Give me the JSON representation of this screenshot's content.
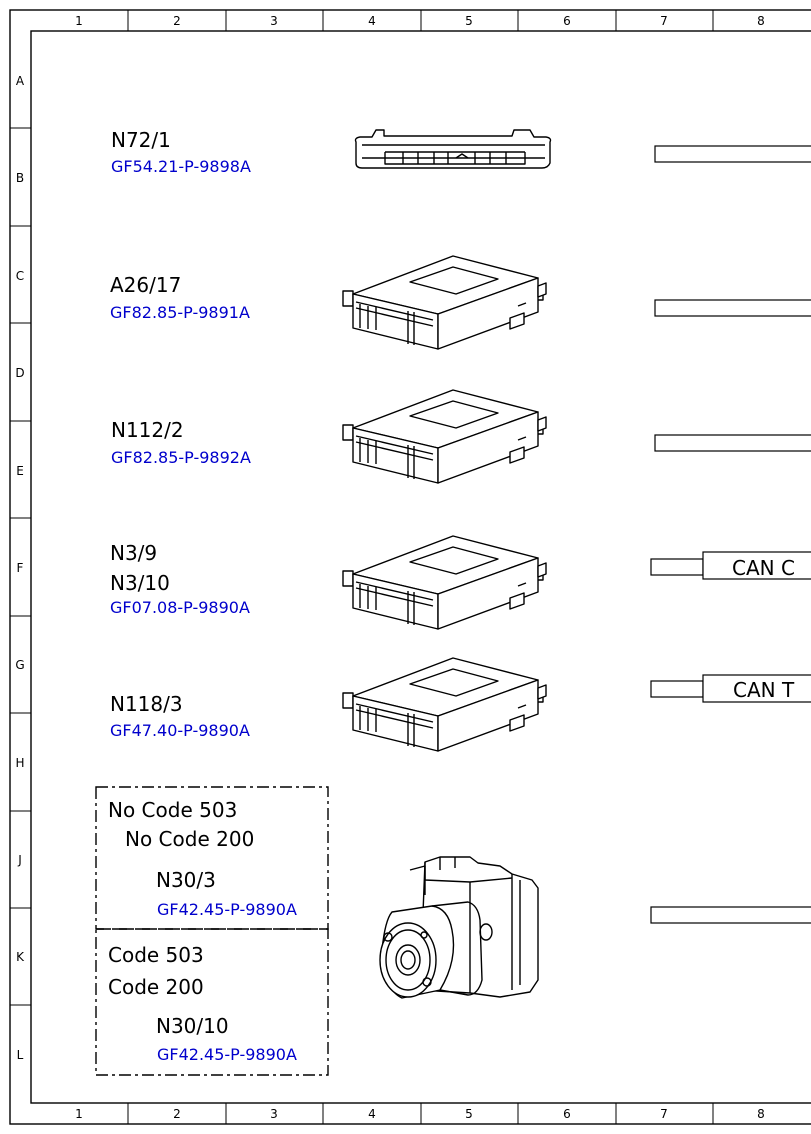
{
  "frame": {
    "column_numbers": [
      "1",
      "2",
      "3",
      "4",
      "5",
      "6",
      "7",
      "8"
    ],
    "row_letters": [
      "A",
      "B",
      "C",
      "D",
      "E",
      "F",
      "G",
      "H",
      "J",
      "K",
      "L"
    ]
  },
  "components": [
    {
      "id": "N72/1",
      "ref": "GF54.21-P-9898A"
    },
    {
      "id": "A26/17",
      "ref": "GF82.85-P-9891A"
    },
    {
      "id": "N112/2",
      "ref": "GF82.85-P-9892A"
    },
    {
      "id": "N3/9",
      "id2": "N3/10",
      "ref": "GF07.08-P-9890A"
    },
    {
      "id": "N118/3",
      "ref": "GF47.40-P-9890A"
    }
  ],
  "code_box_upper": {
    "line1": "No Code 503",
    "line2": "No Code 200",
    "id": "N30/3",
    "ref": "GF42.45-P-9890A"
  },
  "code_box_lower": {
    "line1": "Code 503",
    "line2": "Code 200",
    "id": "N30/10",
    "ref": "GF42.45-P-9890A"
  },
  "can_labels": {
    "can_c": "CAN C",
    "can_t": "CAN T"
  }
}
